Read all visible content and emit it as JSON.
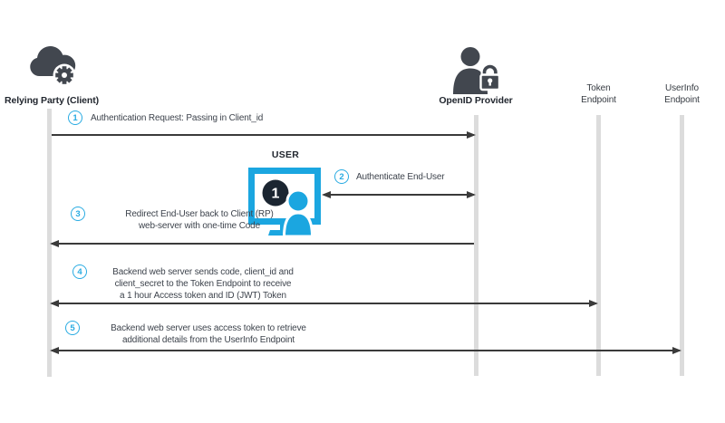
{
  "actors": {
    "relying_party": {
      "label": "Relying Party (Client)",
      "icon": "cloud-gear-icon"
    },
    "openid_provider": {
      "label": "OpenID Provider",
      "icon": "user-lock-icon"
    },
    "token_endpoint": {
      "line1": "Token",
      "line2": "Endpoint"
    },
    "userinfo_endpoint": {
      "line1": "UserInfo",
      "line2": "Endpoint"
    }
  },
  "user": {
    "label": "USER",
    "screen_badge": "1",
    "icon": "monitor-person-icon"
  },
  "steps": [
    {
      "num": "1",
      "lines": [
        "Authentication Request: Passing in Client_id"
      ]
    },
    {
      "num": "2",
      "lines": [
        "Authenticate End-User"
      ]
    },
    {
      "num": "3",
      "lines": [
        "Redirect End-User back to Client (RP)",
        "web-server with one-time Code"
      ]
    },
    {
      "num": "4",
      "lines": [
        "Backend web server sends code, client_id and",
        "client_secret to the Token Endpoint to receive",
        "a 1 hour Access token and ID (JWT) Token"
      ]
    },
    {
      "num": "5",
      "lines": [
        "Backend web server uses access token to retrieve",
        "additional details from the UserInfo Endpoint"
      ]
    }
  ],
  "colors": {
    "accent_cyan": "#29abe2",
    "icon_charcoal": "#42474f",
    "lifeline_gray": "#dcdcdc",
    "arrow_dark": "#3a3a3a",
    "screen_badge_dark": "#1b2531"
  }
}
